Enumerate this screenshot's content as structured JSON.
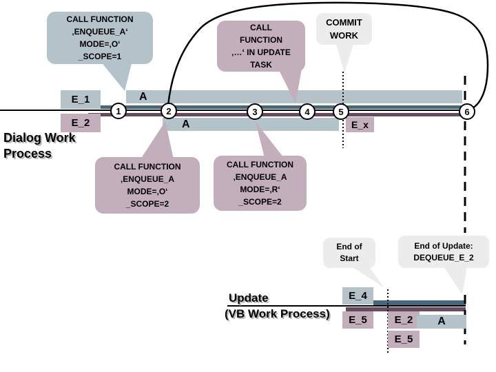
{
  "callouts": {
    "enqueue_scope1": "CALL FUNCTION\n‚ENQUEUE_A‘\nMODE=‚O‘\n_SCOPE=1",
    "update_task": "CALL\nFUNCTION\n‚…‘ IN UPDATE\nTASK",
    "commit_work": "COMMIT\nWORK",
    "enqueue_scope2_o": "CALL FUNCTION\n‚ENQUEUE_A\nMODE=‚O‘\n_SCOPE=2",
    "enqueue_scope2_r": "CALL FUNCTION\n‚ENQUEUE_A\nMODE=‚R‘\n_SCOPE=2",
    "end_of_start": "End of\nStart",
    "end_of_update": "End of Update:\nDEQUEUE_E_2"
  },
  "labels": {
    "dialog_process": "Dialog Work\nProcess",
    "update_title": "Update",
    "update_subtitle": "(VB Work Process)"
  },
  "locks": {
    "e1": "E_1",
    "e2": "E_2",
    "ex": "E_x",
    "e4": "E_4",
    "e5": "E_5",
    "e2_update": "E_2",
    "e5_update": "E_5",
    "a_dialog_upper": "A",
    "a_dialog_lower": "A",
    "a_update": "A"
  },
  "markers": [
    "1",
    "2",
    "3",
    "4",
    "5",
    "6"
  ],
  "colors": {
    "light_blue": "#b4c2ca",
    "teal": "#46677c",
    "plum": "#684a5e",
    "light_mauve": "#c3aebc",
    "light_gray": "#ececec",
    "text": "#000000"
  }
}
